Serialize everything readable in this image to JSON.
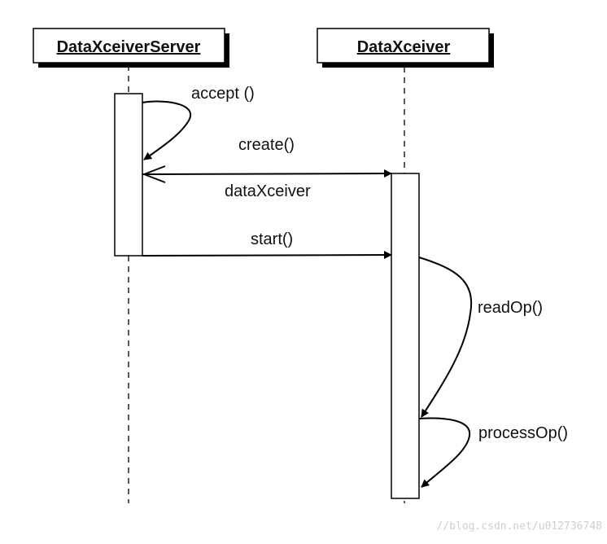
{
  "participants": {
    "server": {
      "name": "DataXceiverServer"
    },
    "xceiver": {
      "name": "DataXceiver"
    }
  },
  "messages": {
    "accept": "accept ()",
    "create": "create()",
    "return_value": "dataXceiver",
    "start": "start()",
    "read_op": "readOp()",
    "process_op": "processOp()"
  },
  "watermark": "//blog.csdn.net/u012736748"
}
